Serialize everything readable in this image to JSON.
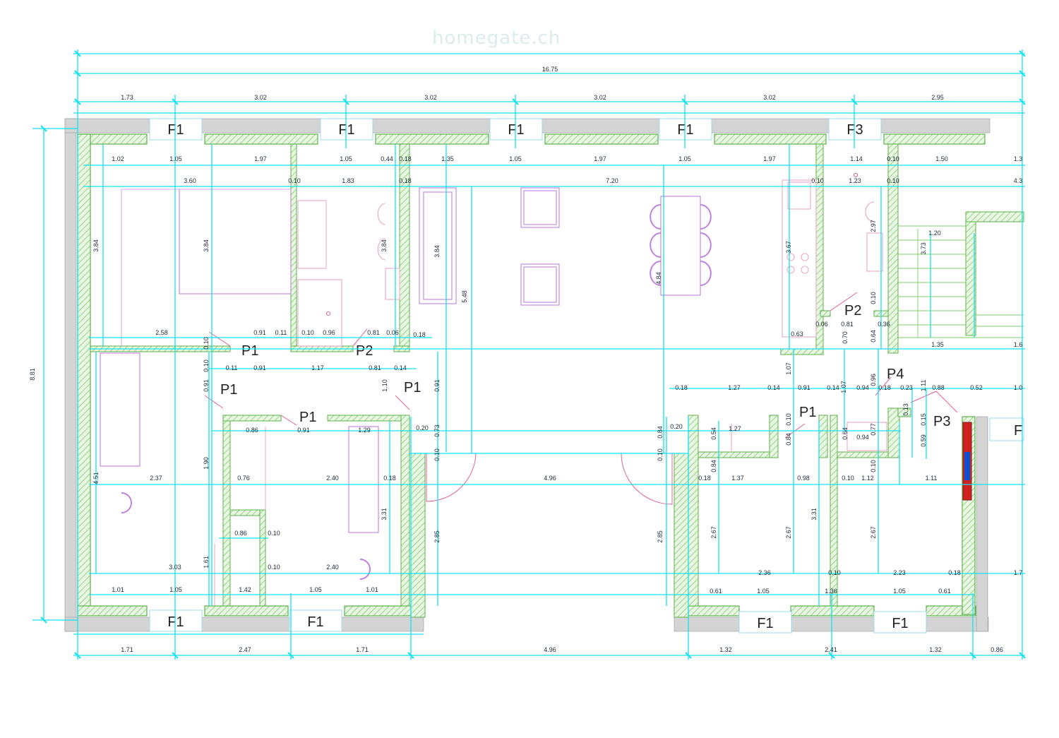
{
  "watermark": "homegate.ch",
  "colors": {
    "dim": "#12e2f0",
    "wall": "#7ccf6a",
    "furniture": "#c080e0",
    "door": "#e0609a",
    "text": "#1c2a3a"
  },
  "overall": {
    "width": "16.75",
    "height": "8.81"
  },
  "top_chain": [
    "1.73",
    "3.02",
    "3.02",
    "3.02",
    "3.02",
    "2.95"
  ],
  "bottom_chain": [
    "1.71",
    "2.47",
    "1.71",
    "4.96",
    "1.32",
    "2.41",
    "1.32",
    "0.86"
  ],
  "interior_top": [
    "1.02",
    "1.05",
    "1.97",
    "1.05",
    "0.44",
    "0.18",
    "1.35",
    "1.05",
    "1.97",
    "1.05",
    "1.97",
    "1.14",
    "0.10",
    "1.50",
    "1.3"
  ],
  "interior_second": [
    "3.60",
    "0.10",
    "1.83",
    "0.18",
    "7.20",
    "0.10",
    "1.23",
    "0.10",
    "4.3"
  ],
  "verticals": [
    "3.84",
    "3.84",
    "3.84",
    "3.84",
    "5.48",
    "4.84",
    "3.67",
    "2.97",
    "3.73",
    "4.51",
    "1.90",
    "1.61",
    "3.31",
    "2.85",
    "2.85",
    "2.67",
    "2.67",
    "3.31",
    "2.67",
    "0.10",
    "0.10",
    "0.91",
    "0.91",
    "0.73",
    "1.10",
    "0.84",
    "0.84",
    "0.54",
    "0.64",
    "0.84",
    "0.77",
    "0.10",
    "0.10",
    "0.10",
    "1.07",
    "0.96",
    "1.11",
    "0.70",
    "0.64",
    "0.10",
    "0.13",
    "0.15",
    "0.59",
    "1.07",
    "0.10"
  ],
  "mid_row": [
    "2.58",
    "0.91",
    "0.11",
    "0.10",
    "0.96",
    "0.81",
    "0.06",
    "0.18",
    "0.63",
    "0.06",
    "0.81",
    "0.36"
  ],
  "row_p1": [
    "0.11",
    "0.91",
    "1.17",
    "0.81",
    "0.14"
  ],
  "row_right_upper": [
    "1.20",
    "1.35",
    "1.6"
  ],
  "row_right_mid": [
    "0.18",
    "1.27",
    "0.14",
    "0.91",
    "0.14",
    "0.94",
    "0.18",
    "0.23",
    "0.88",
    "0.52",
    "1.0"
  ],
  "row_p1_lower": [
    "0.86",
    "0.91",
    "1.29",
    "0.20",
    "0.20",
    "1.27",
    "0.94"
  ],
  "row_lower": [
    "2.37",
    "0.76",
    "2.40",
    "0.18",
    "4.96",
    "0.18",
    "1.37",
    "0.98",
    "0.10",
    "1.12",
    "1.11"
  ],
  "row_small": [
    "0.86",
    "0.10",
    "0.10"
  ],
  "row_bottom": [
    "3.03",
    "2.40",
    "2.36",
    "0.10",
    "2.23",
    "0.18",
    "1.7"
  ],
  "row_windows": [
    "1.01",
    "1.05",
    "1.42",
    "1.05",
    "1.01",
    "0.61",
    "1.05",
    "1.36",
    "1.05",
    "0.61"
  ],
  "windows_top": [
    "F1",
    "F1",
    "F1",
    "F1",
    "F3"
  ],
  "windows_bottom": [
    "F1",
    "F1",
    "F1",
    "F1"
  ],
  "window_right": "F",
  "doors": [
    "P1",
    "P2",
    "P1",
    "P1",
    "P1",
    "P2",
    "P4",
    "P1",
    "P3"
  ]
}
